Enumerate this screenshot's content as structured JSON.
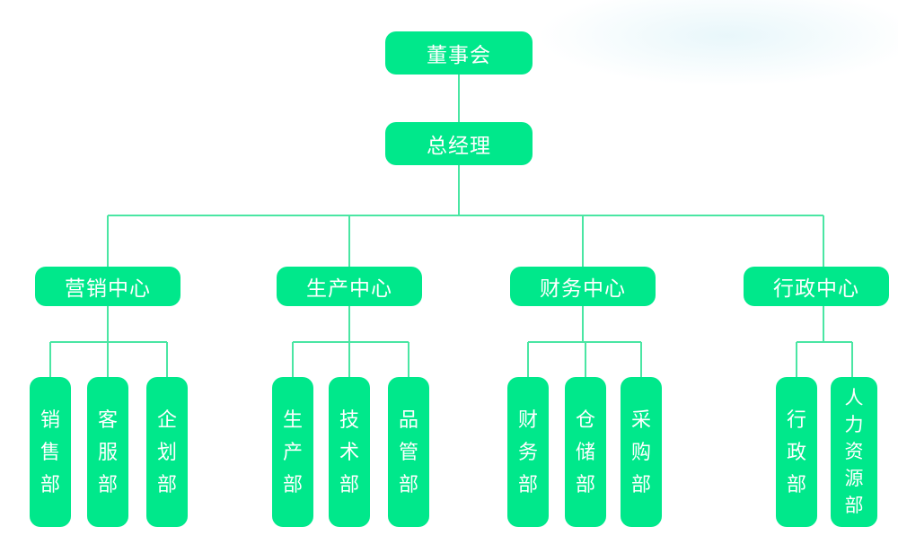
{
  "colors": {
    "node_fill": "#00e88b",
    "connector": "#4ae6a3",
    "node_text": "#ffffff",
    "background": "#ffffff"
  },
  "org": {
    "root": "董事会",
    "executive": "总经理",
    "centers": [
      {
        "name": "营销中心",
        "departments": [
          "销售部",
          "客服部",
          "企划部"
        ]
      },
      {
        "name": "生产中心",
        "departments": [
          "生产部",
          "技术部",
          "品管部"
        ]
      },
      {
        "name": "财务中心",
        "departments": [
          "财务部",
          "仓储部",
          "采购部"
        ]
      },
      {
        "name": "行政中心",
        "departments": [
          "行政部",
          "人力资源部"
        ]
      }
    ]
  }
}
